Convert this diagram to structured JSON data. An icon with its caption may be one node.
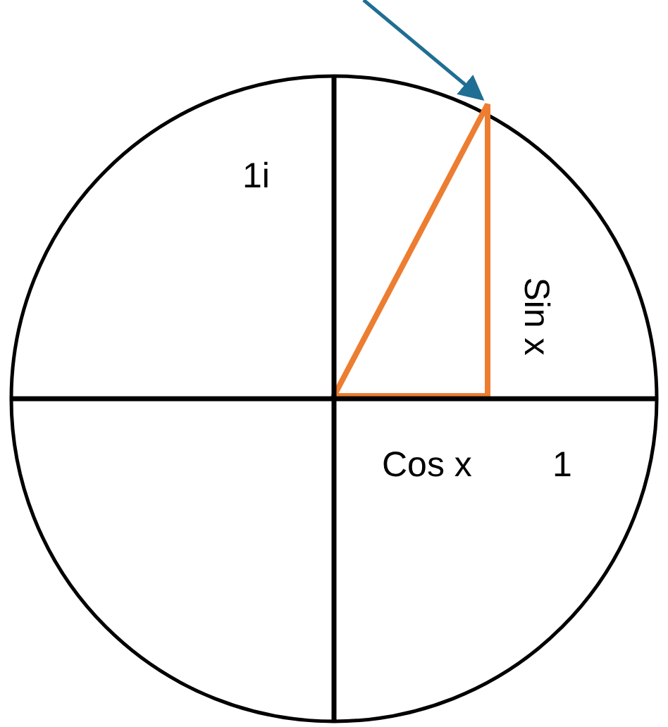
{
  "diagram": {
    "nodes": [
      {
        "text": [],
        "shape": "circle"
      },
      {
        "text": [],
        "shape": "triangle",
        "in": 0
      }
    ],
    "edges": [
      {
        "from": null,
        "to": 1,
        "arrow": "to"
      }
    ],
    "labels": [
      "1i",
      "Sin x",
      "Cos x",
      "1"
    ]
  }
}
